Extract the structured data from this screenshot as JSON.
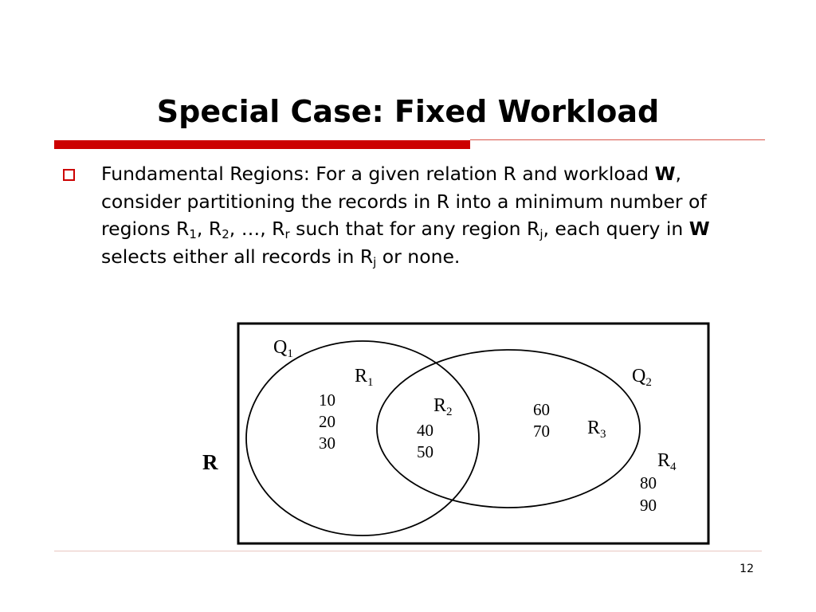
{
  "slide": {
    "title": "Special Case: Fixed Workload",
    "page_number": "12",
    "colors": {
      "accent": "#cc0000",
      "thin_rule": "#d8554a",
      "bottom_rule": "#e8c6c0",
      "bullet": "#cc0000"
    },
    "bullet_icon": "hollow-square-icon",
    "bullet": {
      "p1": "Fundamental Regions: For a given relation R and workload ",
      "w1": "W",
      "p2": ", consider partitioning the records in R into a minimum number of regions R",
      "s1": "1",
      "p3": ", R",
      "s2": "2",
      "p4": ", …, R",
      "s3": "r",
      "p5": " such that for any region R",
      "s4": "j",
      "p6": ", each query in ",
      "w2": "W",
      "p7": " selects either all records in R",
      "s5": "j",
      "p8": " or none."
    }
  },
  "diagram": {
    "relation_label": "R",
    "q1": {
      "base": "Q",
      "sub": "1"
    },
    "q2": {
      "base": "Q",
      "sub": "2"
    },
    "r1": {
      "base": "R",
      "sub": "1",
      "values": [
        "10",
        "20",
        "30"
      ]
    },
    "r2": {
      "base": "R",
      "sub": "2",
      "values": [
        "40",
        "50"
      ]
    },
    "r3": {
      "base": "R",
      "sub": "3",
      "values": [
        "60",
        "70"
      ]
    },
    "r4": {
      "base": "R",
      "sub": "4",
      "values": [
        "80",
        "90"
      ]
    }
  }
}
